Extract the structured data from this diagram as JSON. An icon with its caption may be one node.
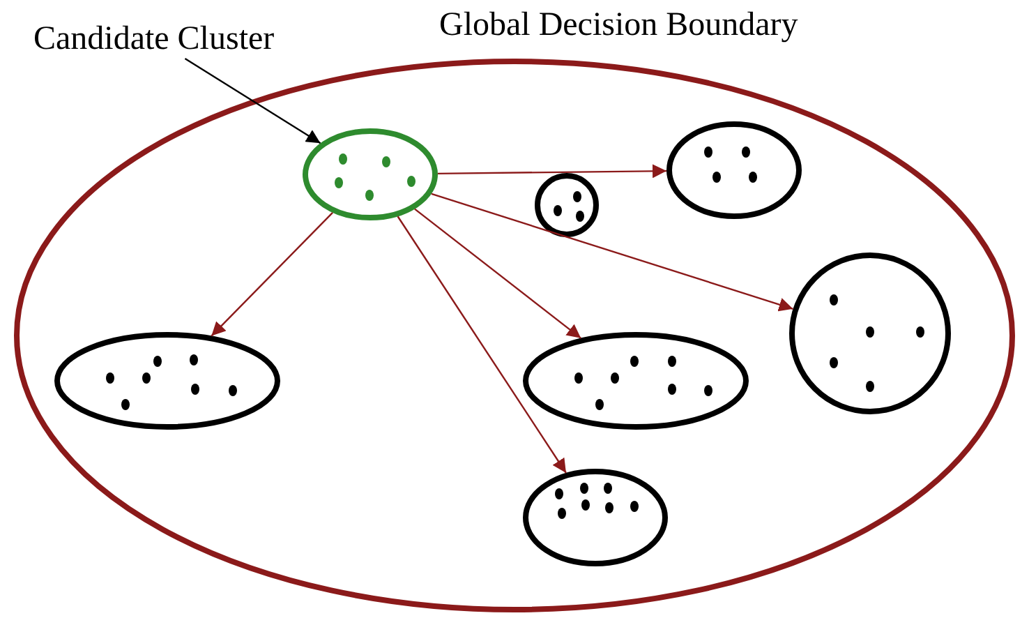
{
  "diagram": {
    "nodes": [
      {
        "text": [
          "Global Decision Boundary"
        ]
      },
      {
        "text": [
          "Candidate Cluster"
        ]
      },
      {
        "text": [],
        "shape": "ellipse",
        "in": 0
      },
      {
        "text": [],
        "shape": "ellipse",
        "in": 0
      },
      {
        "text": [],
        "shape": "circle",
        "in": 0
      },
      {
        "text": [],
        "shape": "ellipse",
        "in": 0
      },
      {
        "text": [],
        "shape": "ellipse",
        "in": 0
      },
      {
        "text": [],
        "shape": "circle",
        "in": 0
      },
      {
        "text": [],
        "shape": "ellipse",
        "in": 0
      }
    ],
    "edges": [
      {
        "from": 1,
        "to": 2,
        "arrow": "to",
        "color": "#000000"
      },
      {
        "from": 2,
        "to": 3,
        "arrow": "to"
      },
      {
        "from": 2,
        "to": 7,
        "arrow": "to"
      },
      {
        "from": 2,
        "to": 5,
        "arrow": "to"
      },
      {
        "from": 2,
        "to": 6,
        "arrow": "to"
      },
      {
        "from": 2,
        "to": 8,
        "arrow": "to"
      }
    ]
  }
}
